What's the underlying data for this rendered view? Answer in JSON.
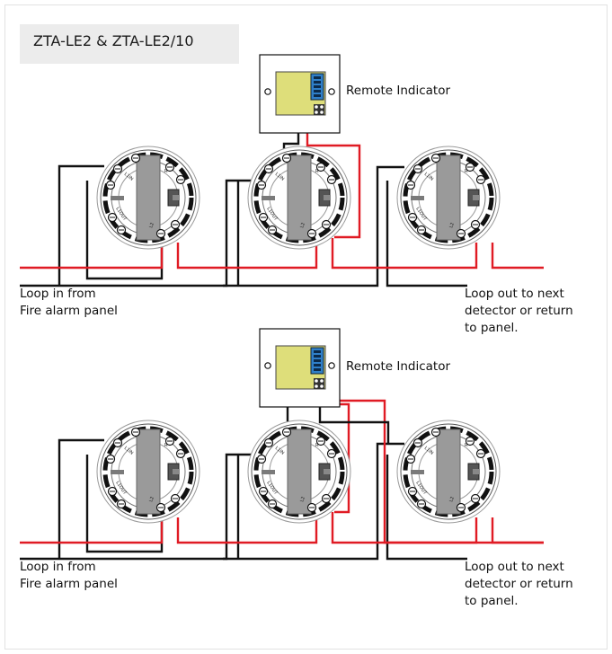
{
  "title": "ZTA-LE2 & ZTA-LE2/10",
  "diagrams": [
    {
      "remote_label": "Remote Indicator",
      "loop_in_line1": "Loop in from",
      "loop_in_line2": "Fire alarm panel",
      "loop_out_line1": "Loop out to next",
      "loop_out_line2": "detector or return",
      "loop_out_line3": "to panel."
    },
    {
      "remote_label": "Remote Indicator",
      "loop_in_line1": "Loop in from",
      "loop_in_line2": "Fire alarm panel",
      "loop_out_line1": "Loop out to next",
      "loop_out_line2": "detector or return",
      "loop_out_line3": "to panel."
    }
  ],
  "base_labels": {
    "l1in": "L1IN",
    "r": "R",
    "l1out": "L1OUT",
    "l2": "L2"
  },
  "colors": {
    "wire_black": "#111111",
    "wire_red": "#e01b24",
    "indicator_board": "#dede7a",
    "connector": "#2f7fc8",
    "title_bg": "#ececec"
  },
  "icons": [
    "detector-base-icon",
    "remote-indicator-icon",
    "screw-icon",
    "connector-icon"
  ]
}
